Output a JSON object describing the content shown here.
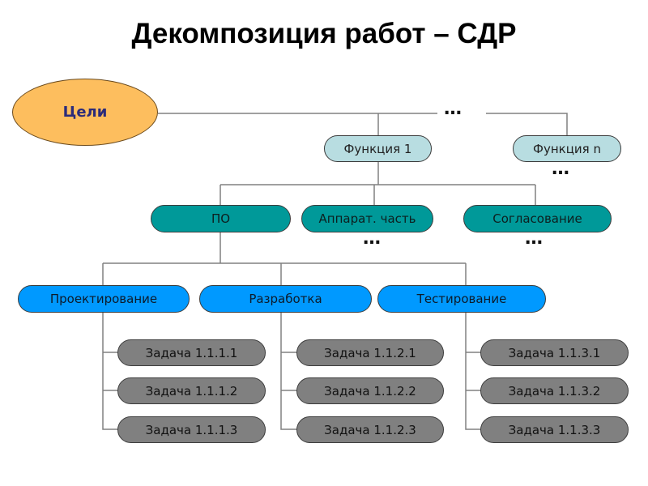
{
  "title": "Декомпозиция работ – СДР",
  "goal": {
    "label": "Цели",
    "color": "#FDBE5E"
  },
  "ellipsis": "…",
  "functions": [
    {
      "label": "Функция 1"
    },
    {
      "label": "Функция n"
    }
  ],
  "level3": [
    {
      "label": "ПО"
    },
    {
      "label": "Аппарат. часть"
    },
    {
      "label": "Согласование"
    }
  ],
  "level4": [
    {
      "label": "Проектирование"
    },
    {
      "label": "Разработка"
    },
    {
      "label": "Тестирование"
    }
  ],
  "tasks": [
    [
      "Задача 1.1.1.1",
      "Задача 1.1.1.2",
      "Задача 1.1.1.3"
    ],
    [
      "Задача 1.1.2.1",
      "Задача 1.1.2.2",
      "Задача 1.1.2.3"
    ],
    [
      "Задача 1.1.3.1",
      "Задача 1.1.3.2",
      "Задача 1.1.3.3"
    ]
  ],
  "colors": {
    "goal": "#FDBE5E",
    "function": "#B8DDE1",
    "level3": "#009999",
    "level4": "#0099FF",
    "task": "#808080",
    "connector": "#808080"
  }
}
